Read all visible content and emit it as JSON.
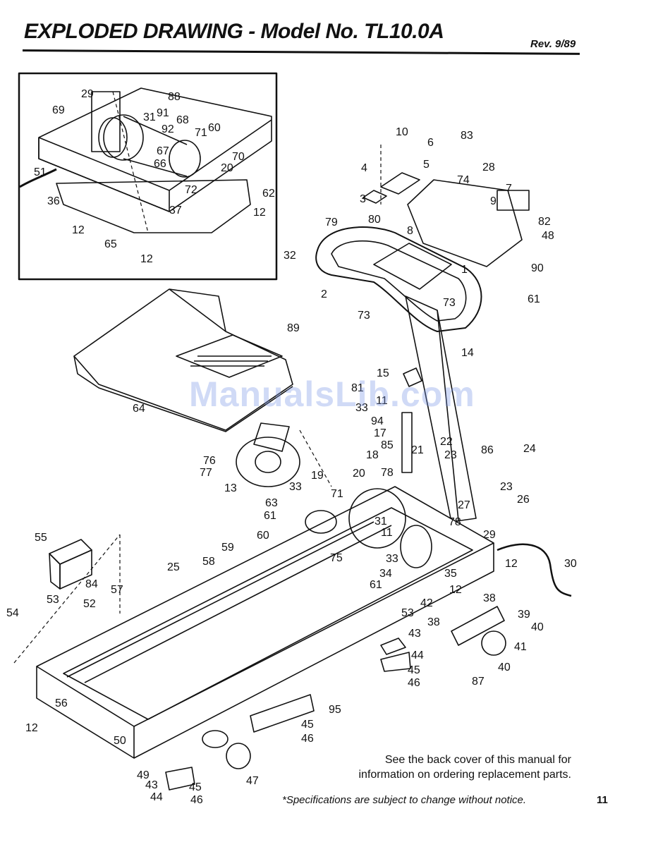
{
  "header": {
    "title": "EXPLODED DRAWING - Model No. TL10.0A",
    "revision": "Rev. 9/89"
  },
  "diagram": {
    "inset_callouts": [
      "29",
      "88",
      "69",
      "31",
      "91",
      "92",
      "68",
      "71",
      "60",
      "70",
      "67",
      "66",
      "20",
      "51",
      "72",
      "36",
      "37",
      "62",
      "12",
      "65",
      "12",
      "12"
    ],
    "main_callouts": [
      "10",
      "83",
      "6",
      "4",
      "5",
      "74",
      "28",
      "7",
      "3",
      "9",
      "79",
      "80",
      "8",
      "82",
      "48",
      "32",
      "90",
      "1",
      "2",
      "61",
      "73",
      "73",
      "89",
      "14",
      "15",
      "81",
      "11",
      "33",
      "94",
      "64",
      "17",
      "85",
      "22",
      "86",
      "24",
      "18",
      "21",
      "23",
      "76",
      "19",
      "77",
      "78",
      "20",
      "23",
      "26",
      "13",
      "33",
      "71",
      "63",
      "31",
      "27",
      "61",
      "78",
      "60",
      "29",
      "11",
      "55",
      "59",
      "75",
      "33",
      "12",
      "30",
      "58",
      "25",
      "34",
      "35",
      "84",
      "61",
      "12",
      "54",
      "53",
      "57",
      "42",
      "52",
      "53",
      "38",
      "39",
      "38",
      "40",
      "43",
      "41",
      "44",
      "45",
      "40",
      "46",
      "87",
      "56",
      "95",
      "12",
      "45",
      "50",
      "46",
      "49",
      "43",
      "45",
      "44",
      "46",
      "47"
    ]
  },
  "footer": {
    "note_line1": "See the back cover of this manual for",
    "note_line2": "information on ordering replacement parts.",
    "spec_note": "*Specifications are subject to change without notice.",
    "page_number": "11"
  },
  "watermark": "ManualsLib.com"
}
